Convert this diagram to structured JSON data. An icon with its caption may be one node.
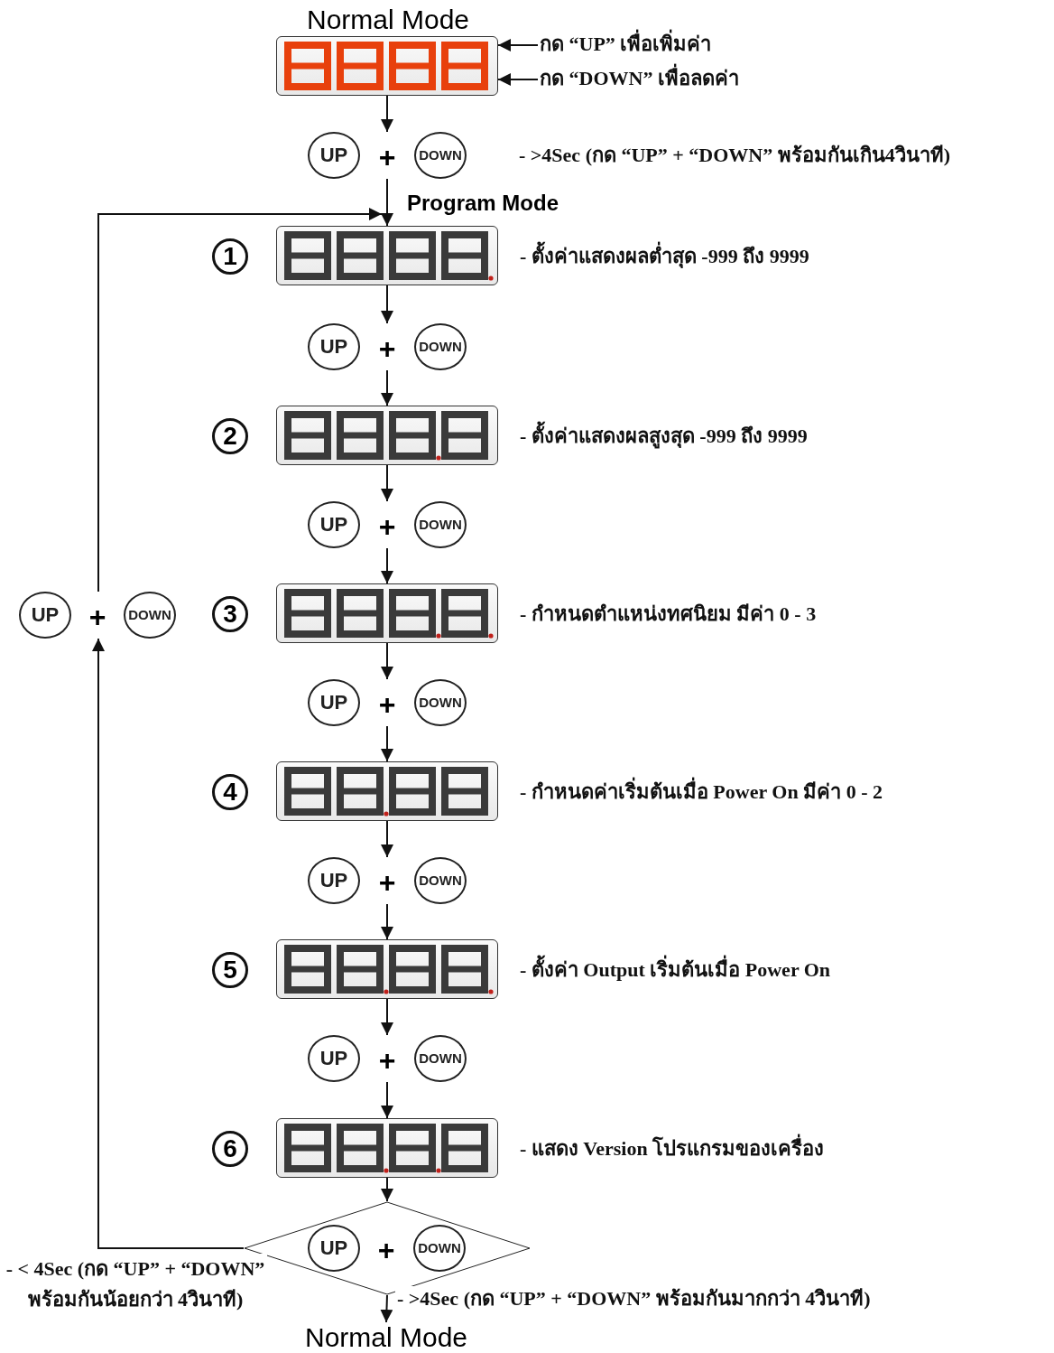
{
  "diagram": {
    "nodes": [
      {
        "text": [
          "Normal Mode"
        ]
      },
      {
        "text": [
          "กด “UP” เพื่อเพิ่มค่า"
        ]
      },
      {
        "text": [
          "กด “DOWN” เพื่อลดค่า"
        ]
      },
      {
        "text": [
          "+"
        ],
        "beside": [
          "- >4Sec (กด “UP” + “DOWN” พร้อมกันเกิน4วินาที)"
        ]
      },
      {
        "text": [
          "UP"
        ],
        "in": 3
      },
      {
        "text": [
          "DOWN"
        ],
        "in": 3
      },
      {
        "text": [
          "Program Mode"
        ],
        "beside": [
          "1",
          "- ตั้งค่าแสดงผลต่ำสุด -999 ถึง 9999"
        ]
      },
      {
        "text": [
          "+"
        ]
      },
      {
        "text": [
          "UP"
        ],
        "in": 7
      },
      {
        "text": [
          "DOWN"
        ],
        "in": 7
      },
      {
        "text": [],
        "shape": "box",
        "beside": [
          "2",
          "- ตั้งค่าแสดงผลสูงสุด -999 ถึง 9999"
        ]
      },
      {
        "text": [
          "+"
        ]
      },
      {
        "text": [
          "UP"
        ],
        "in": 11
      },
      {
        "text": [
          "DOWN"
        ],
        "in": 11
      },
      {
        "text": [],
        "shape": "box",
        "beside": [
          "3",
          "- กำหนดตำแหน่งทศนิยม มีค่า 0 - 3"
        ]
      },
      {
        "text": [
          "+"
        ]
      },
      {
        "text": [
          "UP"
        ],
        "in": 15
      },
      {
        "text": [
          "DOWN"
        ],
        "in": 15
      },
      {
        "text": [],
        "shape": "box",
        "beside": [
          "4",
          "- กำหนดค่าเริ่มต้นเมื่อ Power On มีค่า 0 - 2"
        ]
      },
      {
        "text": [
          "+"
        ]
      },
      {
        "text": [
          "UP"
        ],
        "in": 19
      },
      {
        "text": [
          "DOWN"
        ],
        "in": 19
      },
      {
        "text": [],
        "shape": "box",
        "beside": [
          "5",
          "- ตั้งค่า Output เริ่มต้นเมื่อ Power On"
        ]
      },
      {
        "text": [
          "+"
        ]
      },
      {
        "text": [
          "UP"
        ],
        "in": 23
      },
      {
        "text": [
          "DOWN"
        ],
        "in": 23
      },
      {
        "text": [],
        "shape": "box",
        "beside": [
          "6",
          "- แสดง Version โปรแกรมของเครื่อง"
        ]
      },
      {
        "text": [
          "+"
        ]
      },
      {
        "text": [
          "UP"
        ],
        "in": 27
      },
      {
        "text": [
          "DOWN"
        ],
        "in": 27
      },
      {
        "text": [
          "Normal Mode"
        ]
      },
      {
        "text": [
          "+"
        ]
      },
      {
        "text": [
          "UP"
        ],
        "in": 31
      },
      {
        "text": [
          "DOWN"
        ],
        "in": 31
      }
    ],
    "edges": [
      {
        "from": 1,
        "to": 0,
        "arrow": "to"
      },
      {
        "from": 2,
        "to": 0,
        "arrow": "to"
      },
      {
        "from": 0,
        "to": 3,
        "arrow": "to"
      },
      {
        "from": 3,
        "to": 6,
        "arrow": "to"
      },
      {
        "from": 6,
        "to": 7,
        "arrow": "to"
      },
      {
        "from": 7,
        "to": 10,
        "arrow": "to"
      },
      {
        "from": 10,
        "to": 11,
        "arrow": "to"
      },
      {
        "from": 11,
        "to": 14,
        "arrow": "to"
      },
      {
        "from": 14,
        "to": 15,
        "arrow": "to"
      },
      {
        "from": 15,
        "to": 18,
        "arrow": "to"
      },
      {
        "from": 18,
        "to": 19,
        "arrow": "to"
      },
      {
        "from": 19,
        "to": 22,
        "arrow": "to"
      },
      {
        "from": 22,
        "to": 23,
        "arrow": "to"
      },
      {
        "from": 23,
        "to": 26,
        "arrow": "to"
      },
      {
        "from": 26,
        "to": 27,
        "arrow": "to"
      },
      {
        "from": 27,
        "to": 30,
        "arrow": "to",
        "label": "- >4Sec (กด “UP” + “DOWN” พร้อมกันมากกว่า 4วินาที)"
      },
      {
        "from": 27,
        "to": 31,
        "arrow": "to",
        "label": "- < 4Sec (กด “UP” + “DOWN” พร้อมกันน้อยกว่า 4วินาที)"
      },
      {
        "from": 31,
        "to": 6,
        "arrow": "to"
      }
    ]
  }
}
